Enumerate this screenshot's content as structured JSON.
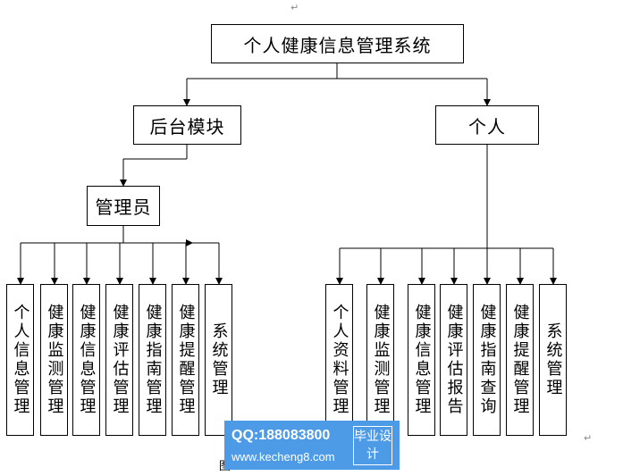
{
  "diagram": {
    "root": "个人健康信息管理系统",
    "backend": "后台模块",
    "personal": "个人",
    "admin": "管理员",
    "admin_modules": [
      "个人信息管理",
      "健康监测管理",
      "健康信息管理",
      "健康评估管理",
      "健康指南管理",
      "健康提醒管理",
      "系统管理"
    ],
    "personal_modules": [
      "个人资料管理",
      "健康监测管理",
      "健康信息管理",
      "健康评估报告",
      "健康指南查询",
      "健康提醒管理",
      "系统管理"
    ]
  },
  "page": {
    "paragraph_mark": "↵",
    "caption_partial": "图"
  },
  "watermark": {
    "qq": "QQ:188083800",
    "site": "www.kecheng8.com",
    "badge": "毕业设计"
  }
}
